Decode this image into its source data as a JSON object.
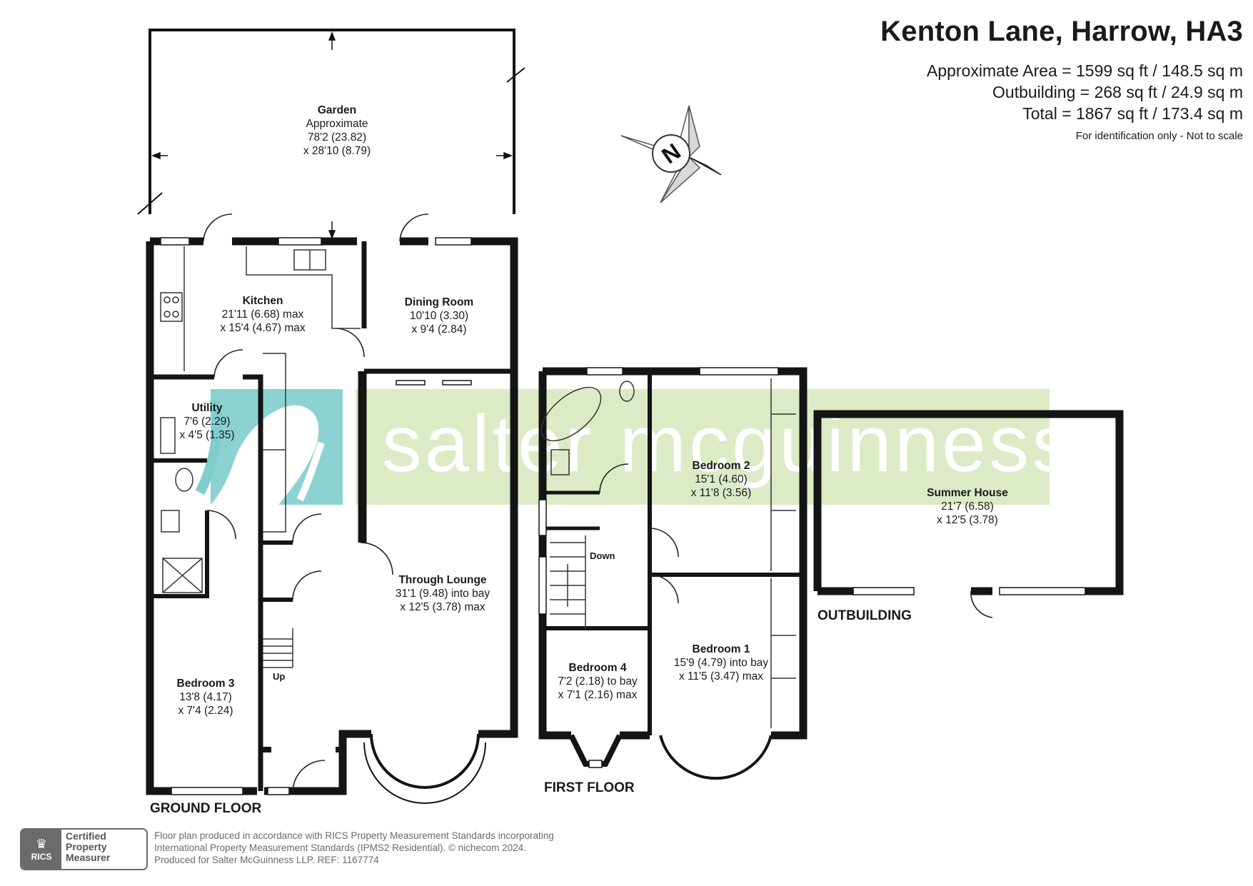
{
  "title": "Kenton Lane, Harrow, HA3",
  "areas": [
    "Approximate Area = 1599 sq ft / 148.5 sq m",
    "Outbuilding = 268 sq ft / 24.9 sq m",
    "Total = 1867 sq ft / 173.4 sq m"
  ],
  "note": "For identification only - Not to scale",
  "compass_letter": "N",
  "watermark": "salter mcguinness",
  "floors": {
    "ground": "GROUND FLOOR",
    "first": "FIRST FLOOR",
    "outbuilding": "OUTBUILDING"
  },
  "rooms": {
    "garden": {
      "name": "Garden",
      "l1": "Approximate",
      "l2": "78'2 (23.82)",
      "l3": "x 28'10 (8.79)"
    },
    "kitchen": {
      "name": "Kitchen",
      "l1": "21'11 (6.68) max",
      "l2": "x 15'4 (4.67) max"
    },
    "dining": {
      "name": "Dining Room",
      "l1": "10'10 (3.30)",
      "l2": "x 9'4 (2.84)"
    },
    "utility": {
      "name": "Utility",
      "l1": "7'6 (2.29)",
      "l2": "x 4'5 (1.35)"
    },
    "lounge": {
      "name": "Through Lounge",
      "l1": "31'1 (9.48) into bay",
      "l2": "x 12'5 (3.78) max"
    },
    "bed3": {
      "name": "Bedroom 3",
      "l1": "13'8 (4.17)",
      "l2": "x 7'4 (2.24)"
    },
    "bed2": {
      "name": "Bedroom 2",
      "l1": "15'1 (4.60)",
      "l2": "x 11'8 (3.56)"
    },
    "bed1": {
      "name": "Bedroom 1",
      "l1": "15'9 (4.79) into bay",
      "l2": "x 11'5 (3.47) max"
    },
    "bed4": {
      "name": "Bedroom 4",
      "l1": "7'2 (2.18) to bay",
      "l2": "x 7'1 (2.16) max"
    },
    "summer": {
      "name": "Summer House",
      "l1": "21'7 (6.58)",
      "l2": "x 12'5 (3.78)"
    }
  },
  "stairs": {
    "up": "Up",
    "down": "Down"
  },
  "badge": {
    "logo_text": "RICS",
    "lines": [
      "Certified",
      "Property",
      "Measurer"
    ]
  },
  "footer": [
    "Floor plan produced in accordance with RICS Property Measurement Standards incorporating",
    "International Property Measurement Standards (IPMS2 Residential).   © nichecom 2024.",
    "Produced for Salter McGuinness LLP.   REF:  1167774"
  ],
  "colors": {
    "wall": "#141414",
    "watermark_teal": "#7fcdcd",
    "watermark_green": "#dcebc6"
  }
}
